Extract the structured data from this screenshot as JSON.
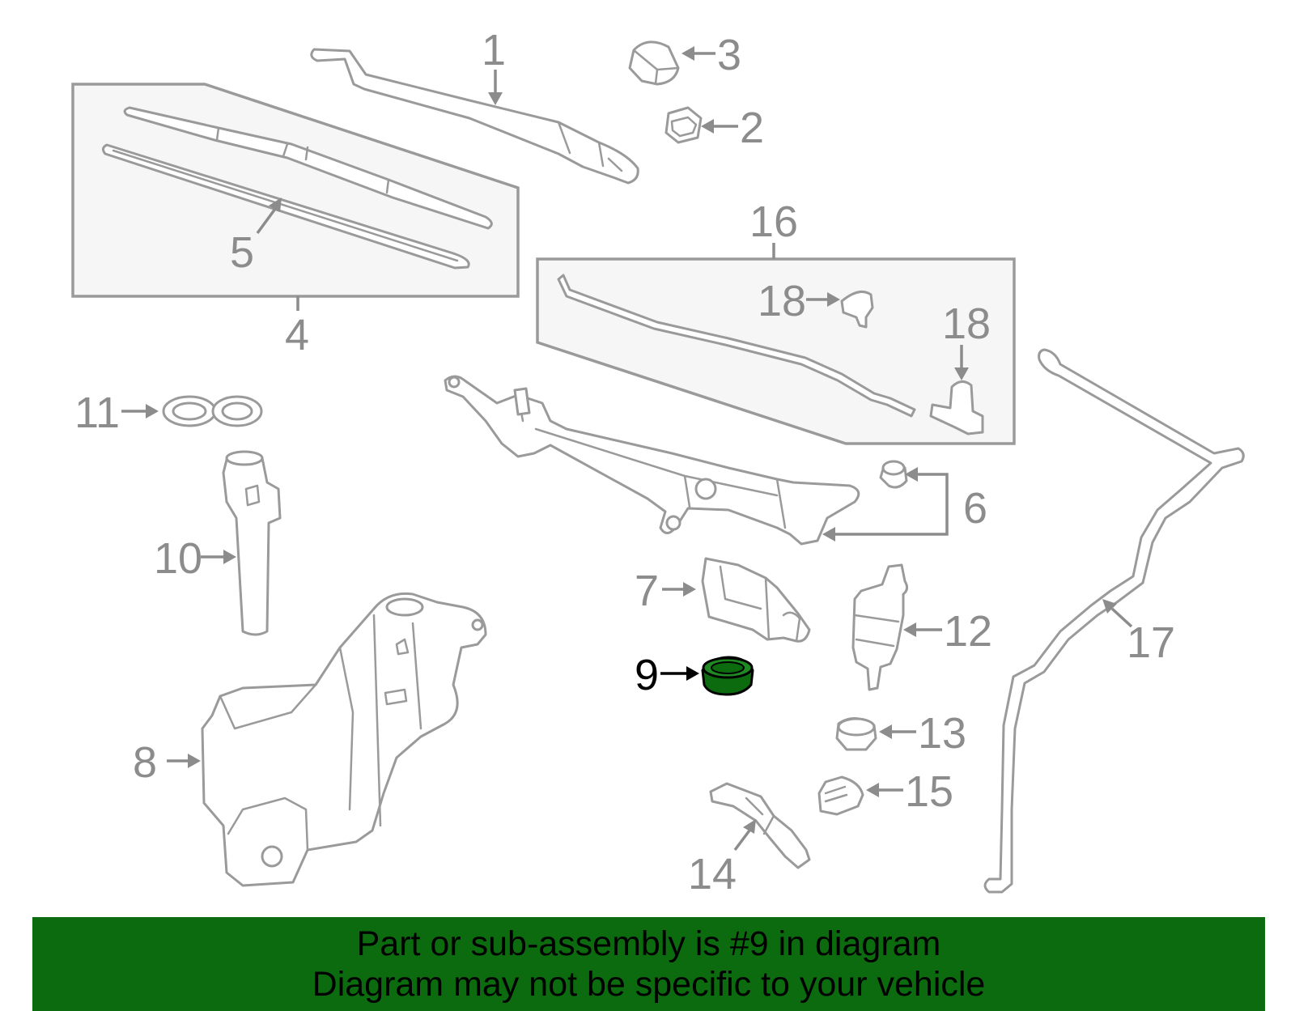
{
  "diagram": {
    "callouts": [
      {
        "id": "1",
        "label": "1"
      },
      {
        "id": "2",
        "label": "2"
      },
      {
        "id": "3",
        "label": "3"
      },
      {
        "id": "4",
        "label": "4"
      },
      {
        "id": "5",
        "label": "5"
      },
      {
        "id": "6",
        "label": "6"
      },
      {
        "id": "7",
        "label": "7"
      },
      {
        "id": "8",
        "label": "8"
      },
      {
        "id": "9",
        "label": "9",
        "highlighted": true
      },
      {
        "id": "10",
        "label": "10"
      },
      {
        "id": "11",
        "label": "11"
      },
      {
        "id": "12",
        "label": "12"
      },
      {
        "id": "13",
        "label": "13"
      },
      {
        "id": "14",
        "label": "14"
      },
      {
        "id": "15",
        "label": "15"
      },
      {
        "id": "16",
        "label": "16"
      },
      {
        "id": "17",
        "label": "17"
      },
      {
        "id": "18a",
        "label": "18"
      },
      {
        "id": "18b",
        "label": "18"
      }
    ],
    "highlight_color": "#0b6b0e",
    "line_color": "#9a9a9a"
  },
  "banner": {
    "line1": "Part or sub-assembly is #9 in diagram",
    "line2": "Diagram may not be specific to your vehicle",
    "background": "#0b6b0e"
  }
}
